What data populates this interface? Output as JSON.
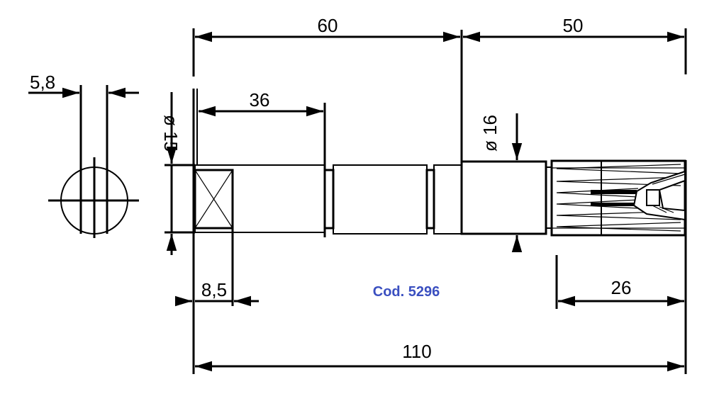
{
  "drawing": {
    "code_label": "Cod. 5296",
    "code_color": "#3a4fc0",
    "dimensions": {
      "total_length": "110",
      "segment_left": "60",
      "segment_right": "50",
      "shoulder_length": "36",
      "key_width": "8,5",
      "spline_length": "26",
      "end_diameter": "ø 15",
      "shoulder_diameter": "ø 16",
      "flat_width": "5,8"
    }
  }
}
